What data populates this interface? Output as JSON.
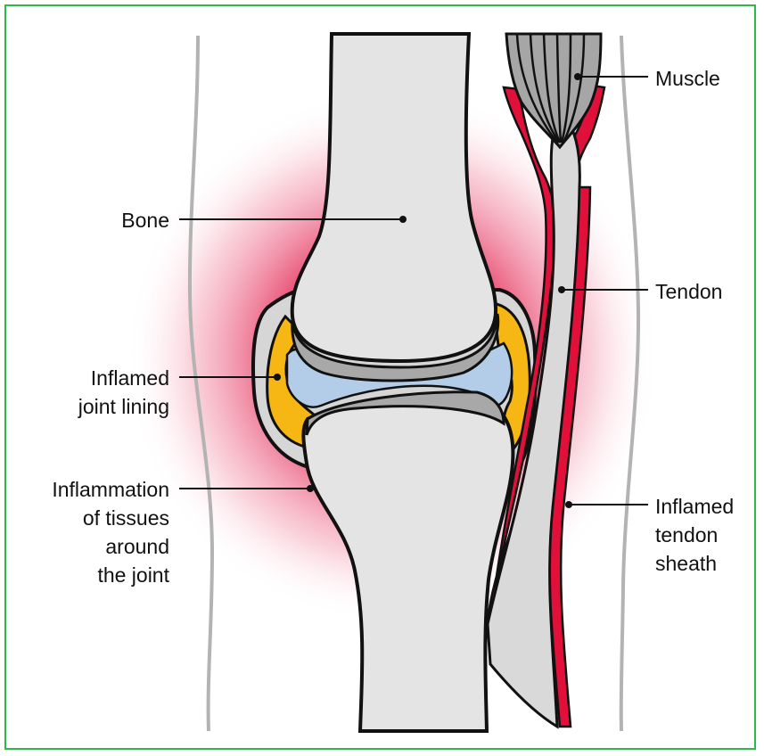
{
  "diagram": {
    "labels": {
      "muscle": "Muscle",
      "bone": "Bone",
      "tendon": "Tendon",
      "inflamed_joint_lining": [
        "Inflamed",
        "joint lining"
      ],
      "inflammation_tissues": [
        "Inflammation",
        "of tissues",
        "around",
        "the joint"
      ],
      "inflamed_tendon_sheath": [
        "Inflamed",
        "tendon",
        "sheath"
      ]
    },
    "colors": {
      "frame": "#2eb84a",
      "bone_fill": "#e4e4e4",
      "cartilage": "#a8a8a8",
      "synovial_fluid": "#b3cde9",
      "inflamed_lining": "#f6b714",
      "capsule_fill": "#d6d6d6",
      "tendon_sheath": "#e0103a",
      "inflammation_glow": "#e3214f",
      "muscle_fill": "#a6a6a6",
      "skin_outline": "#b0b0b0"
    }
  }
}
